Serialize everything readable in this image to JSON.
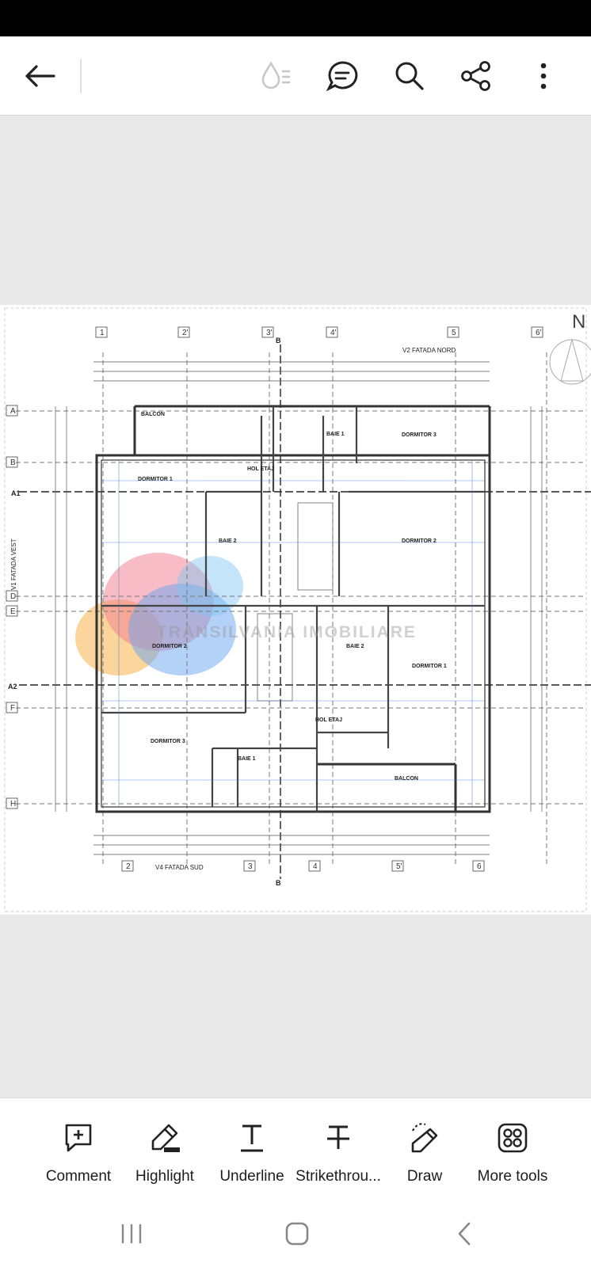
{
  "toolbar": {
    "back": "back-arrow-icon",
    "actions": [
      "water-drop-list-icon",
      "comment-bubble-icon",
      "search-icon",
      "share-icon",
      "more-vertical-icon"
    ]
  },
  "document": {
    "north_label": "N",
    "watermark": "TRANSILVANIA IMOBILIARE",
    "grid_columns_top": [
      "1",
      "2'",
      "3'",
      "4'",
      "5",
      "6'"
    ],
    "grid_columns_bottom": [
      "2",
      "3",
      "4",
      "5'",
      "6"
    ],
    "grid_rows": [
      "A",
      "B",
      "D",
      "E",
      "F",
      "H"
    ],
    "section_marks": [
      "A1",
      "A2",
      "B"
    ],
    "facade_north": "V2 FATADA NORD",
    "facade_south": "V4 FATADA SUD",
    "facade_west": "V1 FATADA VEST",
    "rooms": [
      "BALCON",
      "DORMITOR 1",
      "HOL ETAJ",
      "BAIE 1",
      "DORMITOR 3",
      "BAIE 2",
      "DORMITOR 2",
      "DORMITOR 2",
      "BAIE 2",
      "DORMITOR 1",
      "DORMITOR 3",
      "BAIE 1",
      "HOL ETAJ",
      "BALCON"
    ]
  },
  "fab": {
    "icon": "ai-sparkle-chat-icon"
  },
  "bottom_tools": [
    {
      "label": "Comment",
      "icon": "comment-add-icon"
    },
    {
      "label": "Highlight",
      "icon": "highlight-pen-icon"
    },
    {
      "label": "Underline",
      "icon": "underline-icon"
    },
    {
      "label": "Strikethrou...",
      "icon": "strikethrough-icon"
    },
    {
      "label": "Draw",
      "icon": "draw-pen-icon"
    },
    {
      "label": "More tools",
      "icon": "grid-tools-icon"
    }
  ],
  "nav": [
    "recent-apps-icon",
    "home-icon",
    "back-icon"
  ],
  "colors": {
    "fab_start": "#f23a53",
    "fab_end": "#7e3cc2",
    "plan_line": "#555555",
    "plan_blue": "#3a7bd5"
  }
}
